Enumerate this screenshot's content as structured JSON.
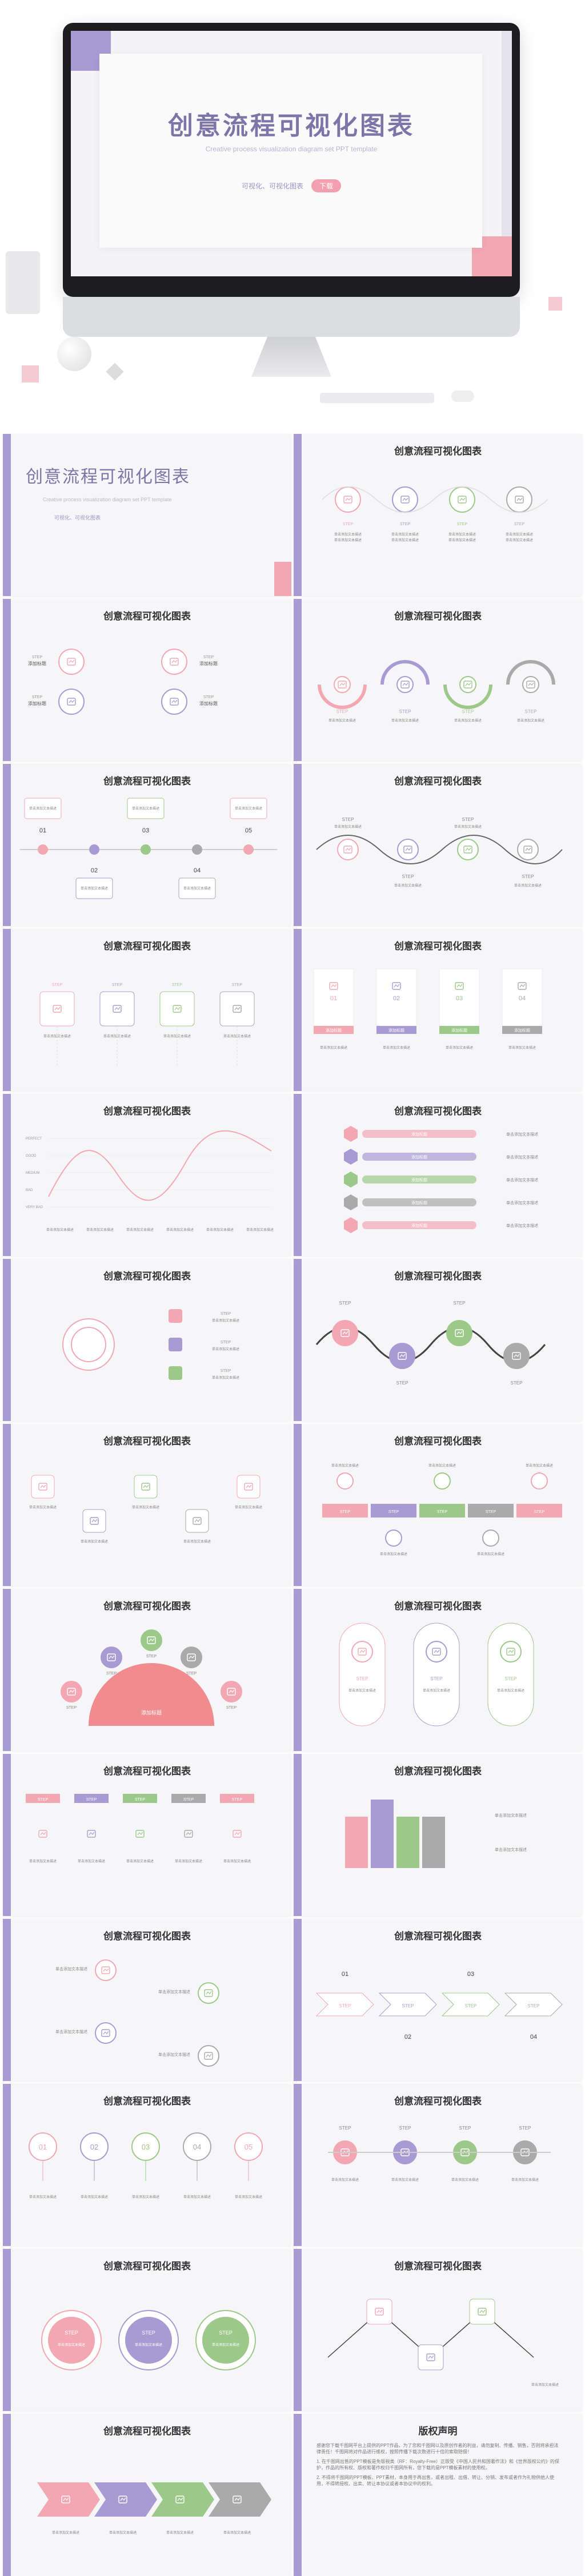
{
  "hero": {
    "title": "创意流程可视化图表",
    "subtitle": "Creative process visualization diagram set PPT template",
    "tags": "可视化、可视化图表",
    "button": "下载"
  },
  "slide_title": "创意流程可视化图表",
  "copyright_title": "版权声明",
  "cover_tags": "可视化、可视化图表",
  "step": "STEP",
  "desc": "单击添加文本描述",
  "add_title": "添加标题",
  "copyright_lines": [
    "感谢您下载千图网平台上提供的PPT作品，为了您和千图网以及原创作者的利益，请勿复制、传播、销售，否则将承担法律责任！千图网将对作品进行维权，按照传播下载次数进行十倍的索取赔偿！",
    "1. 在千图网出售的PPT模板是免版税类（RF：Royalty-Free）正版受《中国人民共和国著作法》和《世界版权公约》的保护，作品的所有权、版权和著作权归千图网所有，您下载的是PPT模板素材的使用权。",
    "2. 不得将千图网的PPT模板、PPT素材，本身用于再出售，或者出租、出借、转让、分销、发布或者作为礼物供他人使用，不得转授权、出卖、转让本协议或者本协议中的权利。"
  ],
  "numbers": [
    "01",
    "02",
    "03",
    "04",
    "05"
  ],
  "levels": [
    "PERFECT",
    "GOOD",
    "MEDIUM",
    "BAD",
    "VERY BAD"
  ],
  "colors": {
    "lavender": "#a89bd3",
    "pink": "#f3a7b3",
    "green": "#9cc98a",
    "gray": "#aaaaaa",
    "title": "#7b75a8"
  }
}
